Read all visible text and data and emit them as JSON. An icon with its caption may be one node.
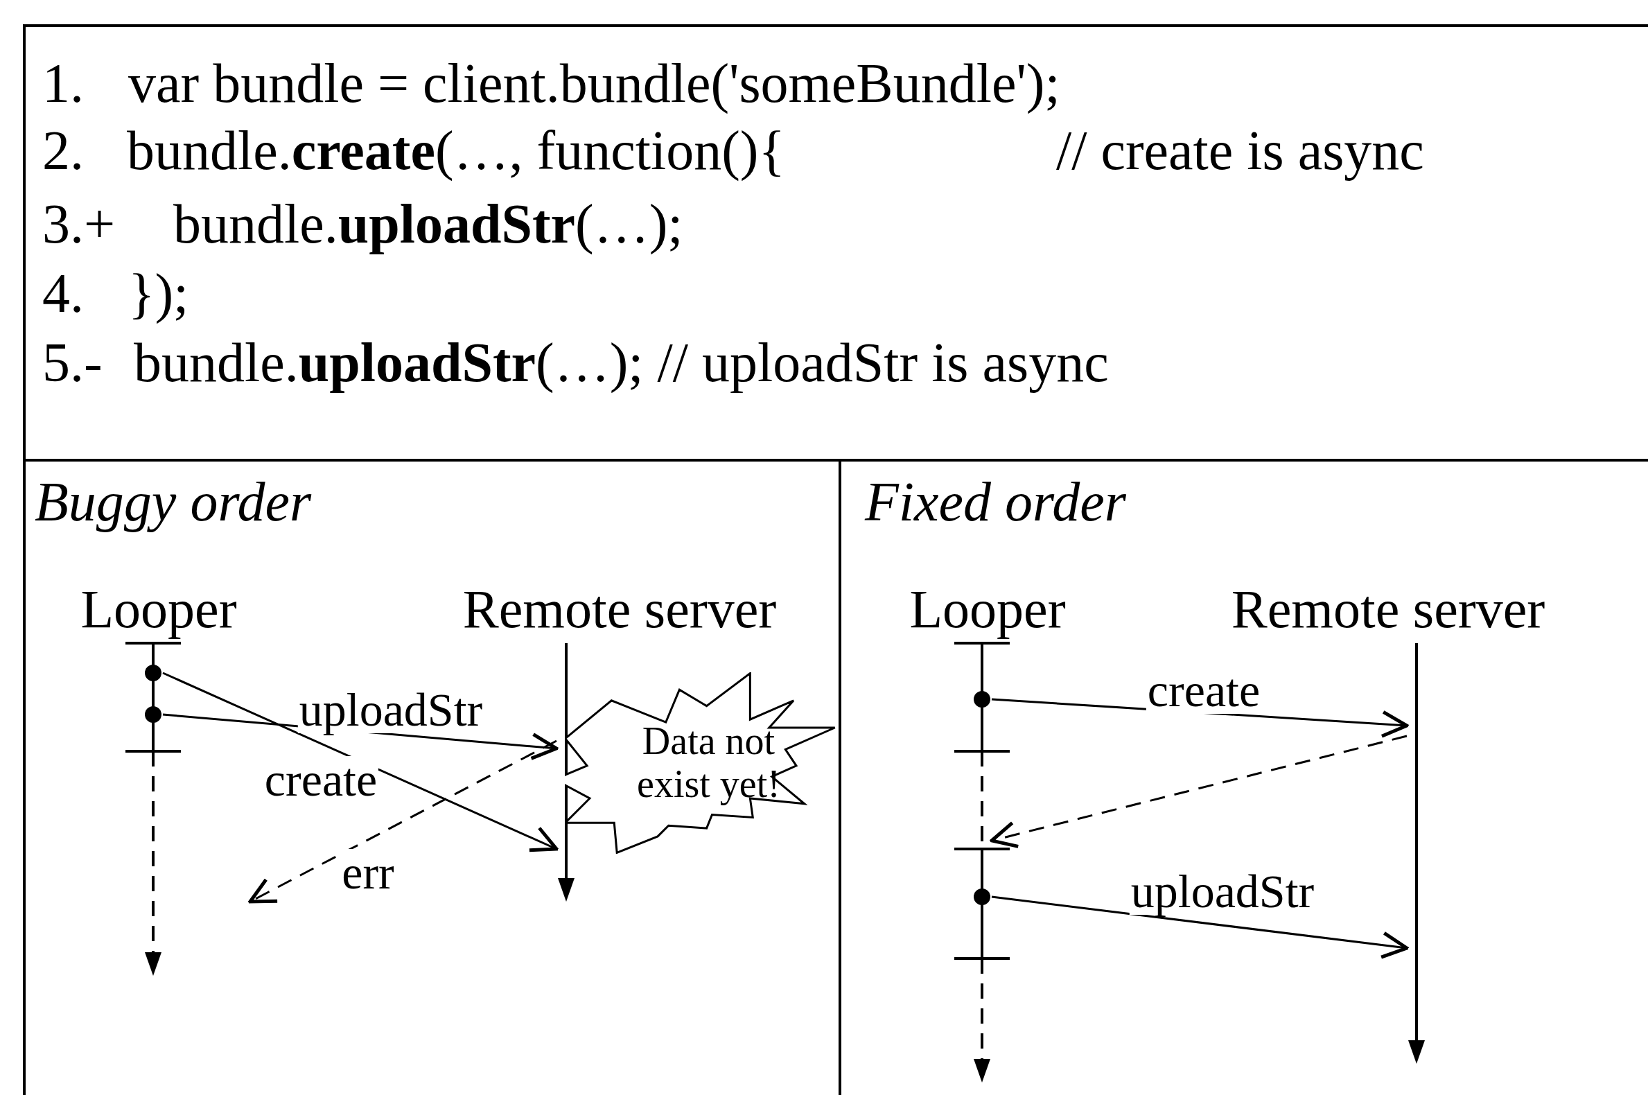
{
  "diagram": {
    "nodes": [
      {
        "text": [
          "1.",
          "var bundle = client.bundle('someBundle');",
          "2.",
          "bundle.**create**(…, function(){",
          "// create is async",
          "3.+",
          "bundle.**uploadStr**(…);",
          "4.",
          "});",
          "5.-",
          "bundle.**uploadStr**(…); // uploadStr is async"
        ]
      },
      {
        "text": [
          "Buggy order"
        ]
      },
      {
        "text": [
          "Looper"
        ],
        "in": 1
      },
      {
        "text": [
          "Remote server"
        ],
        "in": 1
      },
      {
        "text": [
          "Data not exist yet!"
        ],
        "in": 1
      },
      {
        "text": [
          "Fixed order"
        ]
      },
      {
        "text": [
          "Looper"
        ],
        "in": 5
      },
      {
        "text": [
          "Remote server"
        ],
        "in": 5
      }
    ],
    "edges": [
      {
        "from": 2,
        "to": 3,
        "arrow": "to",
        "label": "create"
      },
      {
        "from": 2,
        "to": 3,
        "arrow": "to",
        "label": "uploadStr"
      },
      {
        "from": 3,
        "to": 2,
        "arrow": "to",
        "label": "err",
        "style": "dashed"
      },
      {
        "from": 6,
        "to": 7,
        "arrow": "to",
        "label": "create"
      },
      {
        "from": 7,
        "to": 6,
        "arrow": "to",
        "style": "dashed"
      },
      {
        "from": 6,
        "to": 7,
        "arrow": "to",
        "label": "uploadStr"
      }
    ]
  }
}
